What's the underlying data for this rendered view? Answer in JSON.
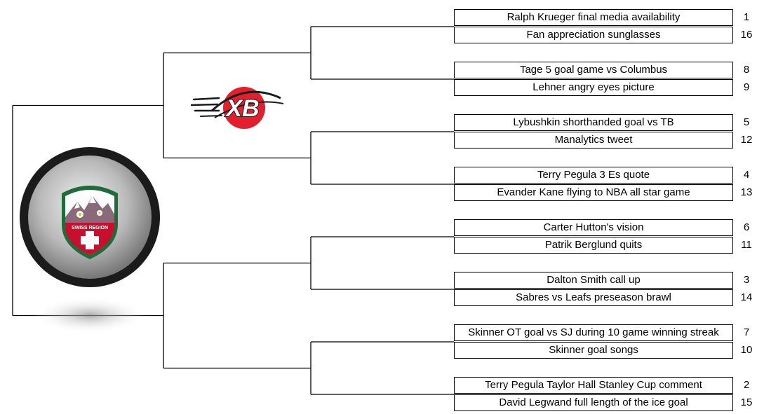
{
  "matchups": [
    {
      "entries": [
        {
          "label": "Ralph Krueger final media availability",
          "seed": "1"
        },
        {
          "label": "Fan appreciation sunglasses",
          "seed": "16"
        }
      ]
    },
    {
      "entries": [
        {
          "label": "Tage 5 goal game vs Columbus",
          "seed": "8"
        },
        {
          "label": "Lehner angry eyes picture",
          "seed": "9"
        }
      ]
    },
    {
      "entries": [
        {
          "label": "Lybushkin shorthanded goal vs TB",
          "seed": "5"
        },
        {
          "label": "Manalytics tweet",
          "seed": "12"
        }
      ]
    },
    {
      "entries": [
        {
          "label": "Terry Pegula 3 Es quote",
          "seed": "4"
        },
        {
          "label": "Evander Kane flying to NBA all star game",
          "seed": "13"
        }
      ]
    },
    {
      "entries": [
        {
          "label": "Carter Hutton's vision",
          "seed": "6"
        },
        {
          "label": "Patrik Berglund quits",
          "seed": "11"
        }
      ]
    },
    {
      "entries": [
        {
          "label": "Dalton Smith call up",
          "seed": "3"
        },
        {
          "label": "Sabres vs Leafs preseason brawl",
          "seed": "14"
        }
      ]
    },
    {
      "entries": [
        {
          "label": "Skinner OT goal vs SJ during 10 game winning streak",
          "seed": "7"
        },
        {
          "label": "Skinner goal songs",
          "seed": "10"
        }
      ]
    },
    {
      "entries": [
        {
          "label": "Terry Pegula Taylor Hall Stanley Cup comment",
          "seed": "2"
        },
        {
          "label": "David Legwand full length of the ice goal",
          "seed": "15"
        }
      ]
    }
  ],
  "logos": {
    "xb": {
      "text": "XB",
      "accent": "#e31e2d"
    },
    "swiss_region": {
      "text": "SWISS REGION",
      "accent": "#c8102e",
      "shield": "#1f6b3a"
    }
  },
  "colors": {
    "line": "#000000",
    "box_border": "#000000"
  }
}
